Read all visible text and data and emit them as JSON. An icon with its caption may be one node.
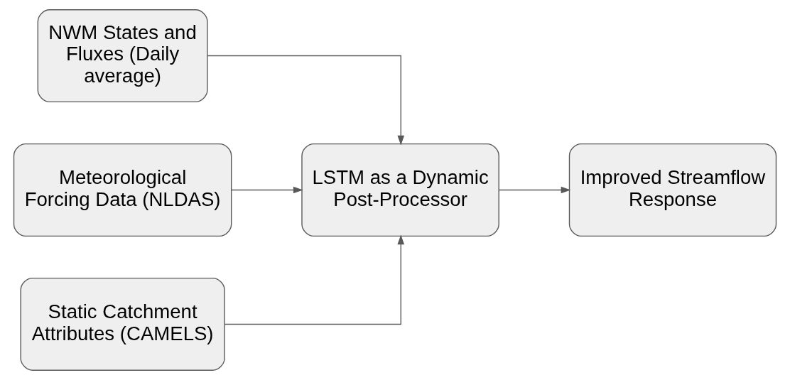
{
  "diagram": {
    "nodes": [
      {
        "text": [
          "NWM States and Fluxes (Daily average)"
        ]
      },
      {
        "text": [
          "Meteorological Forcing Data (NLDAS)"
        ]
      },
      {
        "text": [
          "Static Catchment Attributes (CAMELS)"
        ]
      },
      {
        "text": [
          "LSTM as a Dynamic Post-Processor"
        ]
      },
      {
        "text": [
          "Improved Streamflow Response"
        ]
      }
    ],
    "edges": [
      {
        "from": 0,
        "to": 3,
        "arrow": "to"
      },
      {
        "from": 1,
        "to": 3,
        "arrow": "to"
      },
      {
        "from": 2,
        "to": 3,
        "arrow": "to"
      },
      {
        "from": 3,
        "to": 4,
        "arrow": "to"
      }
    ]
  }
}
